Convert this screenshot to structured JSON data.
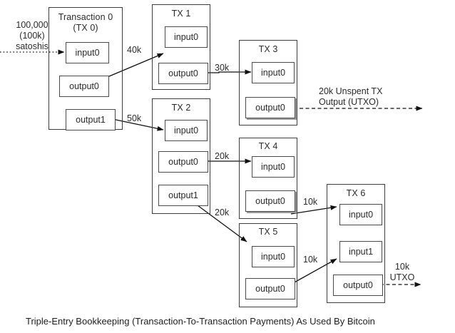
{
  "diagram": {
    "caption": "Triple-Entry Bookkeeping (Transaction-To-Transaction Payments) As Used By Bitcoin",
    "source_label": "100,000\n(100k)\nsatoshis",
    "source_label_lines": [
      "100,000",
      "(100k)",
      "satoshis"
    ],
    "utxo_top_lines": [
      "20k Unspent TX",
      "Output (UTXO)"
    ],
    "utxo_bottom_lines": [
      "10k",
      "UTXO"
    ],
    "colors": {
      "background": "#ffffff",
      "box_border": "#3d3d3d",
      "slot_border": "#4a4a4a",
      "text": "#2b2b2b",
      "arrow": "#111111",
      "shadow": "#9b9b9b"
    }
  },
  "transactions": [
    {
      "id": "tx0",
      "title": "Transaction 0",
      "subtitle": "(TX 0)",
      "slots": [
        {
          "id": "tx0-input0",
          "label": "input0",
          "kind": "input"
        },
        {
          "id": "tx0-output0",
          "label": "output0",
          "kind": "output"
        },
        {
          "id": "tx0-output1",
          "label": "output1",
          "kind": "output"
        }
      ]
    },
    {
      "id": "tx1",
      "title": "TX 1",
      "subtitle": "",
      "slots": [
        {
          "id": "tx1-input0",
          "label": "input0",
          "kind": "input"
        },
        {
          "id": "tx1-output0",
          "label": "output0",
          "kind": "output"
        }
      ]
    },
    {
      "id": "tx2",
      "title": "TX 2",
      "subtitle": "",
      "slots": [
        {
          "id": "tx2-input0",
          "label": "input0",
          "kind": "input"
        },
        {
          "id": "tx2-output0",
          "label": "output0",
          "kind": "output"
        },
        {
          "id": "tx2-output1",
          "label": "output1",
          "kind": "output"
        }
      ]
    },
    {
      "id": "tx3",
      "title": "TX 3",
      "subtitle": "",
      "slots": [
        {
          "id": "tx3-input0",
          "label": "input0",
          "kind": "input"
        },
        {
          "id": "tx3-output0",
          "label": "output0",
          "kind": "output"
        }
      ]
    },
    {
      "id": "tx4",
      "title": "TX 4",
      "subtitle": "",
      "slots": [
        {
          "id": "tx4-input0",
          "label": "input0",
          "kind": "input"
        },
        {
          "id": "tx4-output0",
          "label": "output0",
          "kind": "output"
        }
      ]
    },
    {
      "id": "tx5",
      "title": "TX 5",
      "subtitle": "",
      "slots": [
        {
          "id": "tx5-input0",
          "label": "input0",
          "kind": "input"
        },
        {
          "id": "tx5-output0",
          "label": "output0",
          "kind": "output"
        }
      ]
    },
    {
      "id": "tx6",
      "title": "TX 6",
      "subtitle": "",
      "slots": [
        {
          "id": "tx6-input0",
          "label": "input0",
          "kind": "input"
        },
        {
          "id": "tx6-input1",
          "label": "input1",
          "kind": "input"
        },
        {
          "id": "tx6-output0",
          "label": "output0",
          "kind": "output"
        }
      ]
    }
  ],
  "flows": [
    {
      "id": "flow-source",
      "amount": "",
      "from": "external",
      "to": "tx0-input0",
      "style": "dotted"
    },
    {
      "id": "flow-40k",
      "amount": "40k",
      "from": "tx0-output0",
      "to": "tx1-input0",
      "style": "solid"
    },
    {
      "id": "flow-50k",
      "amount": "50k",
      "from": "tx0-output1",
      "to": "tx2-input0",
      "style": "solid"
    },
    {
      "id": "flow-30k",
      "amount": "30k",
      "from": "tx1-output0",
      "to": "tx3-input0",
      "style": "solid"
    },
    {
      "id": "flow-20k-a",
      "amount": "20k",
      "from": "tx2-output0",
      "to": "tx4-input0",
      "style": "solid"
    },
    {
      "id": "flow-20k-b",
      "amount": "20k",
      "from": "tx2-output1",
      "to": "tx5-input0",
      "style": "solid"
    },
    {
      "id": "flow-10k-a",
      "amount": "10k",
      "from": "tx4-output0",
      "to": "tx6-input0",
      "style": "solid"
    },
    {
      "id": "flow-10k-b",
      "amount": "10k",
      "from": "tx5-output0",
      "to": "tx6-input1",
      "style": "solid"
    },
    {
      "id": "flow-utxo-20k",
      "amount": "20k Unspent TX Output (UTXO)",
      "from": "tx3-output0",
      "to": "external",
      "style": "dashed"
    },
    {
      "id": "flow-utxo-10k",
      "amount": "10k UTXO",
      "from": "tx6-output0",
      "to": "external",
      "style": "dashed"
    }
  ],
  "amount_labels": {
    "a40k": "40k",
    "a50k": "50k",
    "a30k": "30k",
    "a20k_top": "20k",
    "a20k_bottom": "20k",
    "a10k_top": "10k",
    "a10k_bottom": "10k"
  }
}
